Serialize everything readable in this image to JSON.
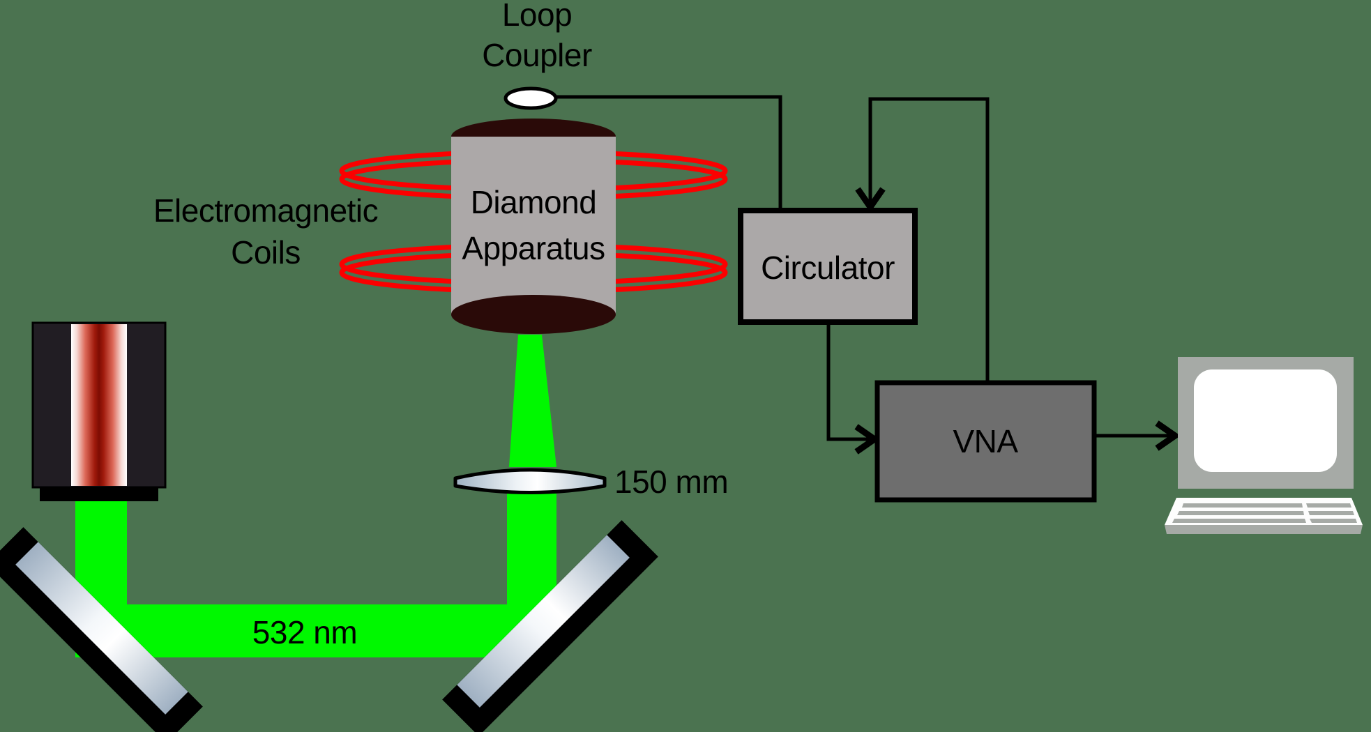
{
  "labels": {
    "loop_coupler_line1": "Loop",
    "loop_coupler_line2": "Coupler",
    "em_coils_line1": "Electromagnetic",
    "em_coils_line2": "Coils",
    "apparatus_line1": "Diamond",
    "apparatus_line2": "Apparatus",
    "circulator": "Circulator",
    "vna": "VNA",
    "lens_focal_length": "150 mm",
    "laser_wavelength": "532 nm"
  },
  "colors": {
    "background": "#4b7350",
    "beam_green": "#00f800",
    "coil_red": "#fb0000",
    "apparatus_body_gray": "#aca8a8",
    "apparatus_cap_maroon": "#2a0a08",
    "circulator_fill": "#aba8a8",
    "vna_fill": "#6e6e6e",
    "laser_body": "#211d23",
    "wire_black": "#000000",
    "monitor_gray": "#a6aaa6",
    "keyboard_plate_white": "#fdfdfd",
    "screen_white": "#ffffff"
  }
}
